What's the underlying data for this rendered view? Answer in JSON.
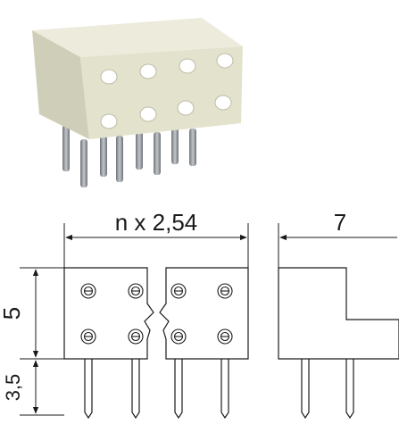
{
  "drawing": {
    "width_label": "n x 2,54",
    "depth_label": "7",
    "body_height_label": "5",
    "pin_length_label": "3,5"
  },
  "render": {
    "body_color": "#e8e8d6",
    "body_shade_color": "#c9c9b3",
    "body_side_color": "#d6d6c0",
    "pin_color": "#8a8f94",
    "line_color": "#1a1a1a"
  }
}
